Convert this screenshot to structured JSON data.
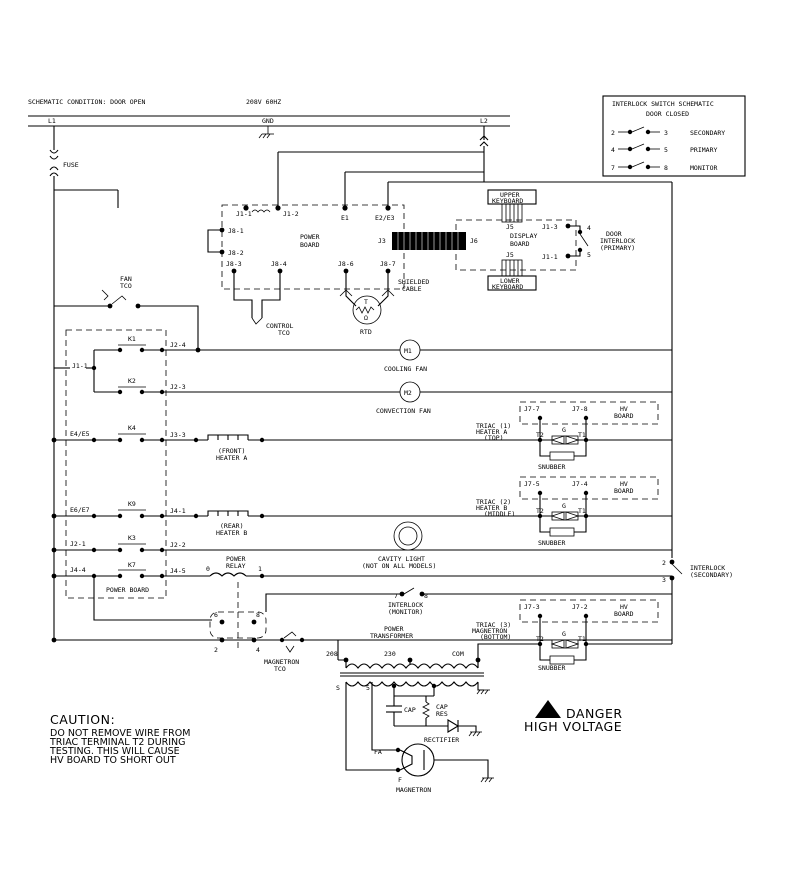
{
  "header": {
    "schematic_condition": "SCHEMATIC CONDITION: DOOR OPEN",
    "supply": "208V 60HZ",
    "l1": "L1",
    "gnd": "GND",
    "l2": "L2"
  },
  "interlock_legend": {
    "title": "INTERLOCK SWITCH SCHEMATIC",
    "subtitle": "DOOR CLOSED",
    "rows": [
      {
        "left": "2",
        "right": "3",
        "label": "SECONDARY"
      },
      {
        "left": "4",
        "right": "5",
        "label": "PRIMARY"
      },
      {
        "left": "7",
        "right": "8",
        "label": "MONITOR"
      }
    ]
  },
  "labels": {
    "fuse": "FUSE",
    "fan_tco_1": "FAN",
    "fan_tco_2": "TCO",
    "j1_1": "J1-1",
    "j1_2": "J1-2",
    "e1": "E1",
    "e2e3": "E2/E3",
    "j8_1": "J8-1",
    "j8_2": "J8-2",
    "power_board_1": "POWER",
    "power_board_2": "BOARD",
    "j8_3": "J8-3",
    "j8_4": "J8-4",
    "j8_6": "J8-6",
    "j8_7": "J8-7",
    "shielded_1": "SHIELDED",
    "shielded_2": "CABLE",
    "control_tco_1": "CONTROL",
    "control_tco_2": "TCO",
    "rtd": "RTD",
    "rtd_t": "T",
    "rtd_ohm": "Ω",
    "j3": "J3",
    "j6": "J6",
    "display_board_1": "DISPLAY",
    "display_board_2": "BOARD",
    "j5": "J5",
    "j1_3": "J1-3",
    "j1_1b": "J1-1",
    "upper_kb_1": "UPPER",
    "upper_kb_2": "KEYBOARD",
    "lower_kb_1": "LOWER",
    "lower_kb_2": "KEYBOARD",
    "door_interlock_1": "DOOR",
    "door_interlock_2": "INTERLOCK",
    "door_interlock_3": "(PRIMARY)",
    "di_4": "4",
    "di_5": "5",
    "k1": "K1",
    "k2": "K2",
    "k4": "K4",
    "k9": "K9",
    "k3": "K3",
    "k7": "K7",
    "j1_1c": "J1-1",
    "e4e5": "E4/E5",
    "e6e7": "E6/E7",
    "j2_1": "J2-1",
    "j4_4": "J4-4",
    "j2_4": "J2-4",
    "j2_3": "J2-3",
    "j3_3": "J3-3",
    "j4_1": "J4-1",
    "j2_2": "J2-2",
    "j4_5": "J4-5",
    "power_board_bottom": "POWER BOARD",
    "m1": "M1",
    "cooling_fan": "COOLING FAN",
    "m2": "M2",
    "convection_fan": "CONVECTION FAN",
    "front_heater_1": "(FRONT)",
    "front_heater_2": "HEATER A",
    "rear_heater_1": "(REAR)",
    "rear_heater_2": "HEATER B",
    "triac1_1": "TRIAC (1)",
    "triac1_2": "HEATER A",
    "triac1_3": "(TOP)",
    "triac2_1": "TRIAC (2)",
    "triac2_2": "HEATER B",
    "triac2_3": "(MIDDLE)",
    "triac3_1": "TRIAC (3)",
    "triac3_2": "MAGNETRON",
    "triac3_3": "(BOTTOM)",
    "j7_7": "J7-7",
    "j7_8": "J7-8",
    "j7_5": "J7-5",
    "j7_4": "J7-4",
    "j7_3": "J7-3",
    "j7_2": "J7-2",
    "hv_board_1": "HV",
    "hv_board_2": "BOARD",
    "t2": "T2",
    "t1": "T1",
    "g": "G",
    "snubber": "SNUBBER",
    "cavity_light_1": "CAVITY LIGHT",
    "cavity_light_2": "(NOT ON ALL MODELS)",
    "power_relay_1": "POWER",
    "power_relay_2": "RELAY",
    "pr_0": "0",
    "pr_1": "1",
    "interlock_sec_1": "INTERLOCK",
    "interlock_sec_2": "(SECONDARY)",
    "is_2": "2",
    "is_3": "3",
    "im_7": "7",
    "im_8": "8",
    "interlock_mon_1": "INTERLOCK",
    "interlock_mon_2": "(MONITOR)",
    "r_6": "6",
    "r_8": "8",
    "r_2": "2",
    "r_4": "4",
    "magnetron_tco_1": "MAGNETRON",
    "magnetron_tco_2": "TCO",
    "power_transformer_1": "POWER",
    "power_transformer_2": "TRANSFORMER",
    "t_208": "208",
    "t_230": "230",
    "t_com": "COM",
    "t_s": "S",
    "t_5": "5",
    "cap": "CAP",
    "cap_res_1": "CAP",
    "cap_res_2": "RES",
    "rectifier": "RECTIFIER",
    "fa": "FA",
    "f": "F",
    "magnetron": "MAGNETRON"
  },
  "caution": {
    "title": "CAUTION:",
    "lines": [
      "DO NOT REMOVE WIRE FROM",
      "TRIAC TERMINAL T2 DURING",
      "TESTING. THIS WILL CAUSE",
      "HV BOARD TO SHORT OUT"
    ]
  },
  "danger": {
    "line1": "DANGER",
    "line2": "HIGH VOLTAGE"
  }
}
